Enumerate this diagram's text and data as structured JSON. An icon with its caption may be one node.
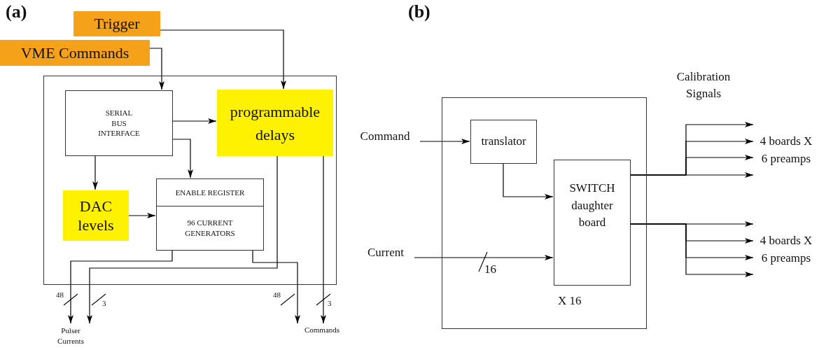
{
  "diagram": {
    "nodes": [
      {
        "text": [
          "Trigger"
        ]
      },
      {
        "text": [
          "VME Commands"
        ]
      },
      {
        "text": [],
        "shape": "box"
      },
      {
        "text": [
          "SERIAL BUS INTERFACE"
        ],
        "in": 2
      },
      {
        "text": [
          "programmable delays"
        ],
        "in": 2
      },
      {
        "text": [
          "DAC levels"
        ],
        "in": 2
      },
      {
        "text": [
          "ENABLE REGISTER"
        ],
        "in": 2
      },
      {
        "text": [
          "96 CURRENT GENERATORS"
        ],
        "in": 2
      },
      {
        "text": [
          "Pulser Currents"
        ]
      },
      {
        "text": [
          "Commands"
        ]
      },
      {
        "text": [
          "X 16"
        ]
      },
      {
        "text": [
          "Command"
        ]
      },
      {
        "text": [
          "translator"
        ],
        "in": 10
      },
      {
        "text": [
          "SWITCH daughter board"
        ],
        "in": 10
      },
      {
        "text": [
          "Current"
        ]
      },
      {
        "text": [
          "4 boards X 6 preamps"
        ]
      },
      {
        "text": [
          "4 boards X 6 preamps"
        ]
      }
    ],
    "edges": [
      {
        "from": 0,
        "to": 4,
        "arrow": "to"
      },
      {
        "from": 1,
        "to": 3,
        "arrow": "to"
      },
      {
        "from": 3,
        "to": 4,
        "arrow": "to"
      },
      {
        "from": 3,
        "to": 6,
        "arrow": "to"
      },
      {
        "from": 3,
        "to": 5,
        "arrow": "to"
      },
      {
        "from": 5,
        "to": 7,
        "arrow": "to"
      },
      {
        "from": 7,
        "to": 8,
        "arrow": "to"
      },
      {
        "from": 4,
        "to": 8,
        "arrow": "to"
      },
      {
        "from": 7,
        "to": 9,
        "arrow": "to"
      },
      {
        "from": 4,
        "to": 9,
        "arrow": "to"
      },
      {
        "from": 11,
        "to": 12,
        "arrow": "to"
      },
      {
        "from": 12,
        "to": 13,
        "arrow": "to"
      },
      {
        "from": 14,
        "to": 13,
        "arrow": "to"
      },
      {
        "from": 13,
        "to": 15,
        "arrow": "to"
      },
      {
        "from": 13,
        "to": 15,
        "arrow": "to"
      },
      {
        "from": 13,
        "to": 15,
        "arrow": "to"
      },
      {
        "from": 13,
        "to": 15,
        "arrow": "to"
      },
      {
        "from": 13,
        "to": 16,
        "arrow": "to"
      },
      {
        "from": 13,
        "to": 16,
        "arrow": "to"
      },
      {
        "from": 13,
        "to": 16,
        "arrow": "to"
      },
      {
        "from": 13,
        "to": 16,
        "arrow": "to"
      }
    ],
    "labels": [
      "(a)",
      "(b)",
      "48",
      "3",
      "48",
      "3",
      "16",
      "Calibration Signals"
    ]
  }
}
